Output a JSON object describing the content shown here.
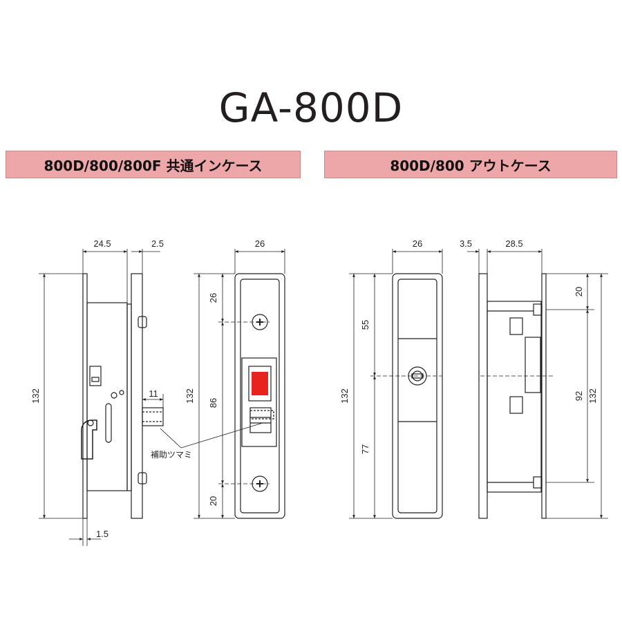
{
  "title": "GA-800D",
  "banners": {
    "left": "800D/800/800F 共通インケース",
    "right": "800D/800 アウトケース"
  },
  "dimensions": {
    "in_side_width": "24.5",
    "in_side_face": "2.5",
    "in_side_height": "132",
    "in_side_knob": "11",
    "in_side_bottom": "1.5",
    "in_front_width": "26",
    "in_front_height": "132",
    "in_front_top": "26",
    "in_front_mid": "86",
    "in_front_bottom": "20",
    "out_front_width": "26",
    "out_front_height": "132",
    "out_front_top": "55",
    "out_front_bottom": "77",
    "out_side_face": "3.5",
    "out_side_width": "28.5",
    "out_side_top": "20",
    "out_side_mid": "92",
    "out_side_height": "132"
  },
  "labels": {
    "aux_knob": "補助ツマミ"
  },
  "colors": {
    "banner": "#eea7a9",
    "red_indicator": "#e8231d",
    "line": "#231f20"
  }
}
